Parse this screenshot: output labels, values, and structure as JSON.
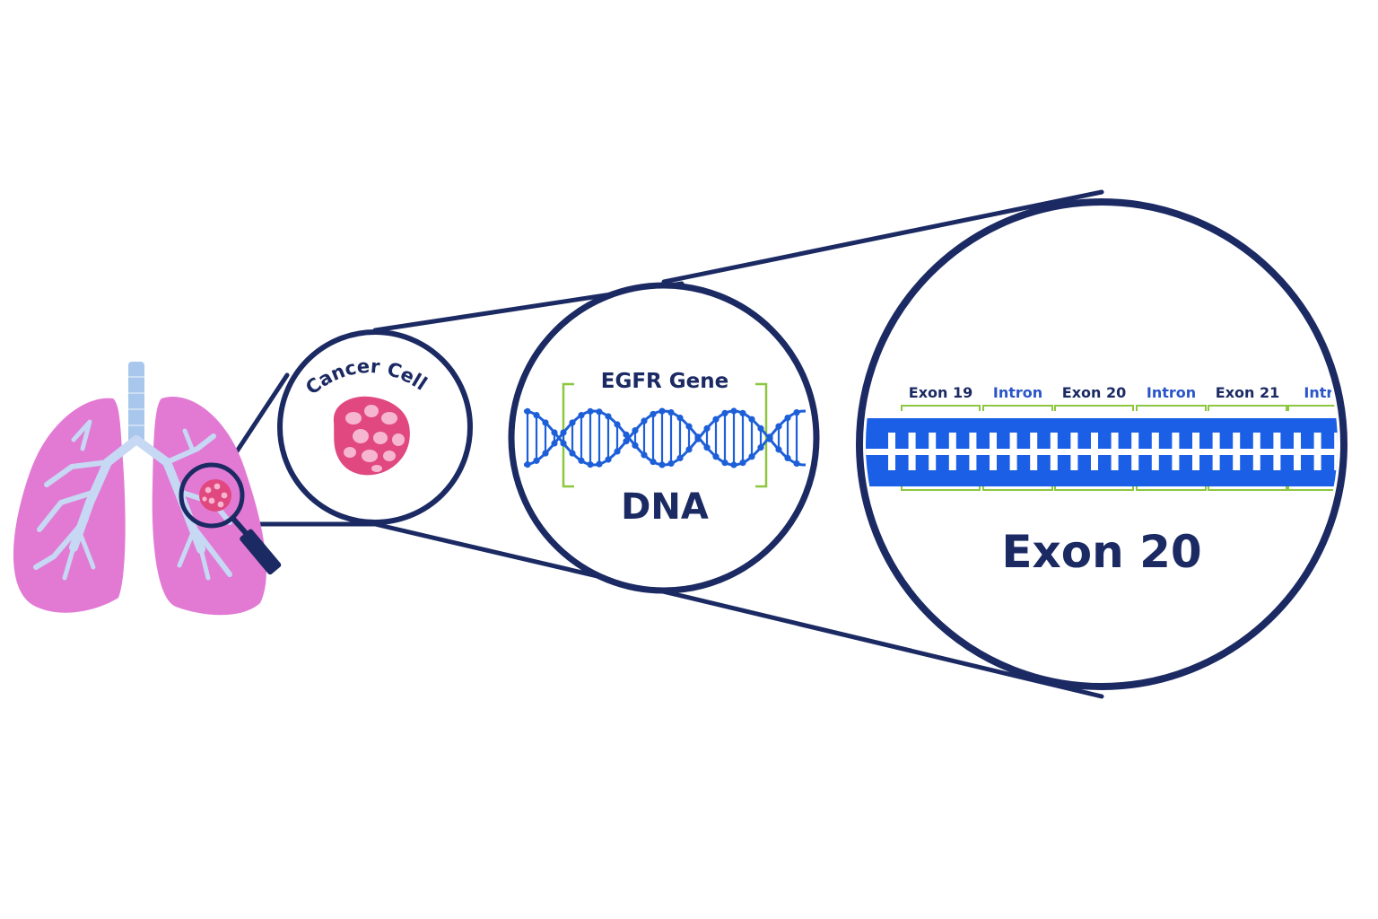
{
  "labels": {
    "cancer_cell": "Cancer Cell",
    "egfr_gene": "EGFR Gene",
    "dna": "DNA",
    "zoom_title": "Exon 20"
  },
  "segments": [
    {
      "label": "Exon 19",
      "kind": "exon"
    },
    {
      "label": "Intron",
      "kind": "intron"
    },
    {
      "label": "Exon 20",
      "kind": "exon"
    },
    {
      "label": "Intron",
      "kind": "intron"
    },
    {
      "label": "Exon 21",
      "kind": "exon"
    },
    {
      "label": "Intron",
      "kind": "intron"
    }
  ],
  "colors": {
    "outline": "#1b2a63",
    "lung": "#e27ad4",
    "bronchi": "#c6d8f3",
    "trachea": "#a9c7ec",
    "tumor": "#e0487f",
    "tumor_spots": "#f7b6d0",
    "dna": "#1d5fd8",
    "bracket": "#8dc63f",
    "strip": "#1a5fe6",
    "exon_text": "#1b2a63",
    "intron_text": "#2a55c8"
  },
  "icons": {
    "magnifier": "magnifier-icon",
    "lungs": "lungs-icon",
    "cell": "cancer-cell-icon",
    "dna": "dna-helix-icon"
  }
}
